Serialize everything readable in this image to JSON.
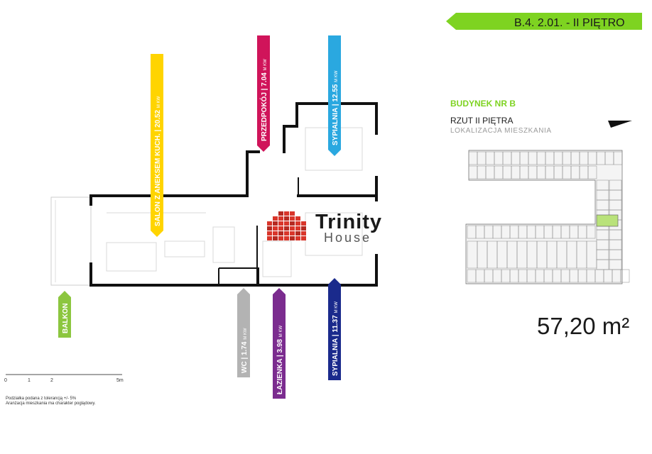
{
  "unit_code": "B.4. 2.01. - II PIĘTRO",
  "building_label": "BUDYNEK NR B",
  "floor_label": "RZUT II PIĘTRA",
  "location_label": "LOKALIZACJA MIESZKANIA",
  "area": "57,20 m²",
  "logo_name": "Trinity",
  "logo_sub": "House",
  "unit_suffix": "M KW",
  "rooms": [
    {
      "name": "SALON Z ANEKSEM KUCH.",
      "area": "20.52",
      "color": "#ffd400"
    },
    {
      "name": "PRZEDPOKÓJ",
      "area": "7.04",
      "color": "#d0145a"
    },
    {
      "name": "SYPIALNIA",
      "area": "12.55",
      "color": "#2aa8e0"
    },
    {
      "name": "BALKON",
      "area": "",
      "color": "#8cc63f"
    },
    {
      "name": "WC",
      "area": "1.74",
      "color": "#b3b3b3"
    },
    {
      "name": "ŁAZIENKA",
      "area": "3.98",
      "color": "#7b2c8f"
    },
    {
      "name": "SYPIALNIA",
      "area": "11.37",
      "color": "#1a2a8c"
    }
  ],
  "scale": {
    "labels": [
      "0",
      "1",
      "2",
      "5m"
    ]
  },
  "notes": [
    "Podziałka podana z tolerancją +/- 5%",
    "Aranżacja mieszkania ma charakter poglądowy."
  ],
  "colors": {
    "accent_green": "#7ed321",
    "highlight": "#b9e27a",
    "wall": "#111111",
    "logo_red": "#d9362b"
  }
}
